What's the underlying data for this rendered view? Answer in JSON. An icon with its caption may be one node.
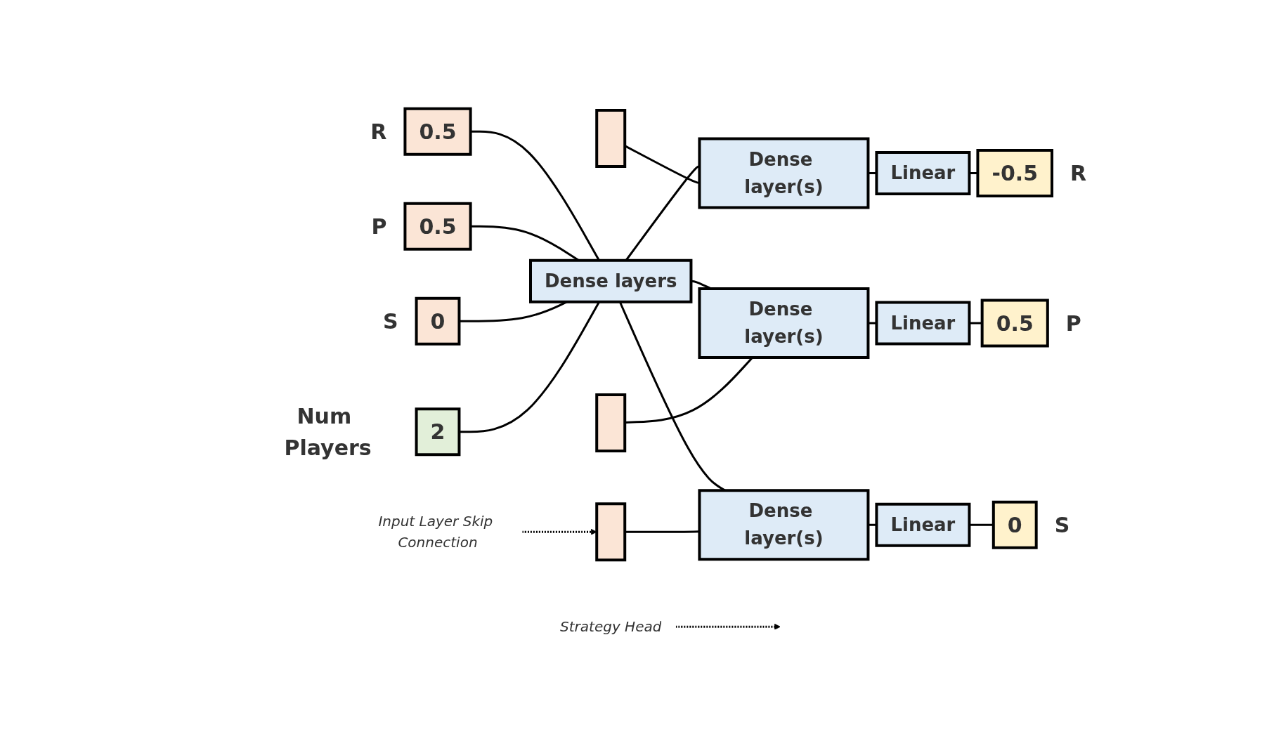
{
  "diagram": {
    "nodes": [
      {
        "text": [
          "0.5"
        ],
        "beside": [
          "R"
        ]
      },
      {
        "text": [
          "0.5"
        ],
        "beside": [
          "P"
        ]
      },
      {
        "text": [
          "0"
        ],
        "beside": [
          "S"
        ]
      },
      {
        "text": [
          "2"
        ],
        "beside": [
          "Num Players"
        ]
      },
      {
        "text": [
          "Dense layers"
        ]
      },
      {
        "text": [
          "Dense layer(s)"
        ]
      },
      {
        "text": [
          "Linear"
        ]
      },
      {
        "text": [
          "-0.5"
        ],
        "beside": [
          "R"
        ]
      },
      {
        "text": [
          "Dense layer(s)"
        ]
      },
      {
        "text": [
          "Linear"
        ]
      },
      {
        "text": [
          "0.5"
        ],
        "beside": [
          "P"
        ]
      },
      {
        "text": [
          "Dense layer(s)"
        ]
      },
      {
        "text": [
          "Linear"
        ]
      },
      {
        "text": [
          "0"
        ],
        "beside": [
          "S"
        ]
      },
      {
        "text": [],
        "shape": "bar"
      },
      {
        "text": [],
        "shape": "bar"
      },
      {
        "text": [],
        "shape": "bar"
      },
      {
        "text": [
          "Strategy Head"
        ]
      },
      {
        "text": [
          "Input Layer Skip Connection"
        ]
      }
    ],
    "edges": [
      {
        "from": 0,
        "to": 4,
        "arrow": "none"
      },
      {
        "from": 1,
        "to": 4,
        "arrow": "none"
      },
      {
        "from": 2,
        "to": 4,
        "arrow": "none"
      },
      {
        "from": 3,
        "to": 4,
        "arrow": "none"
      },
      {
        "from": 4,
        "to": 5,
        "arrow": "none"
      },
      {
        "from": 4,
        "to": 8,
        "arrow": "none"
      },
      {
        "from": 4,
        "to": 11,
        "arrow": "none"
      },
      {
        "from": 5,
        "to": 6,
        "arrow": "none"
      },
      {
        "from": 6,
        "to": 7,
        "arrow": "none"
      },
      {
        "from": 8,
        "to": 9,
        "arrow": "none"
      },
      {
        "from": 9,
        "to": 10,
        "arrow": "none"
      },
      {
        "from": 11,
        "to": 12,
        "arrow": "none"
      },
      {
        "from": 12,
        "to": 13,
        "arrow": "none"
      },
      {
        "from": 14,
        "to": 5,
        "arrow": "none"
      },
      {
        "from": 15,
        "to": 8,
        "arrow": "none"
      },
      {
        "from": 16,
        "to": 11,
        "arrow": "none"
      },
      {
        "from": 17,
        "to": null,
        "arrow": "to",
        "style": "dashed"
      },
      {
        "from": 18,
        "to": 16,
        "arrow": "to",
        "style": "dashed"
      }
    ]
  }
}
